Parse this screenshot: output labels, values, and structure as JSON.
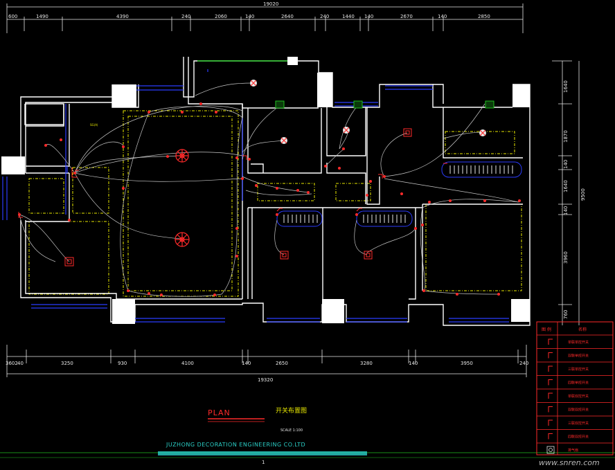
{
  "drawing": {
    "overall_top": "19020",
    "overall_bottom": "19320",
    "overall_right": "9500",
    "top_dims": [
      "600",
      "1490",
      "4390",
      "240",
      "2060",
      "140",
      "2640",
      "240",
      "1440",
      "140",
      "2670",
      "140",
      "2850"
    ],
    "bottom_dims": [
      "3602",
      "40",
      "3250",
      "930",
      "4100",
      "140",
      "2650",
      "3280",
      "140",
      "3950",
      "240"
    ],
    "right_dims": [
      "1640",
      "1870",
      "140",
      "1640",
      "140",
      "3960",
      "760"
    ],
    "small_label": "SG(A)"
  },
  "title_block": {
    "plan": "PLAN",
    "chinese_title": "开关布置图",
    "scale": "SCALE 1:100",
    "company": "JUZHONG DECORATION ENGINEERING  CO.LTD",
    "page_marker": "1"
  },
  "legend": {
    "header_symbol": "图 例",
    "header_name": "名称",
    "rows": [
      {
        "symbol": "single-switch",
        "name": "单联单控开关"
      },
      {
        "symbol": "double-switch",
        "name": "双联单控开关"
      },
      {
        "symbol": "triple-switch",
        "name": "三联单控开关"
      },
      {
        "symbol": "quad-switch",
        "name": "四联单控开关"
      },
      {
        "symbol": "single-2way",
        "name": "单联双控开关"
      },
      {
        "symbol": "double-2way",
        "name": "双联双控开关"
      },
      {
        "symbol": "triple-2way",
        "name": "三联双控开关"
      },
      {
        "symbol": "quad-2way",
        "name": "四联双控开关"
      },
      {
        "symbol": "exhaust-fan",
        "name": "排气扇"
      }
    ]
  },
  "watermark": "www.snren.com",
  "colors": {
    "wall": "#ffffff",
    "window": "#2b3cff",
    "wire": "#c8c8c8",
    "symbol": "#ff2a2a",
    "ceiling": "#e8e800",
    "door_green": "#1fbf1f",
    "dim_line": "#e8e8e8"
  }
}
